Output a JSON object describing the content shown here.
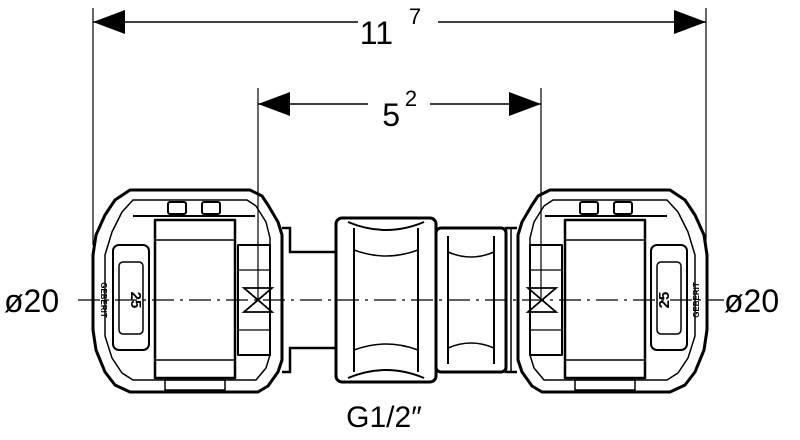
{
  "dimensions": {
    "overall": {
      "main": "11",
      "sup": "7"
    },
    "inner": {
      "main": "5",
      "sup": "2"
    }
  },
  "labels": {
    "left_diameter": "ø20",
    "right_diameter": "ø20",
    "thread": "G1/2″"
  },
  "fitting_markings": {
    "size": "25",
    "brand": "GEBERIT"
  },
  "colors": {
    "line": "#000000",
    "background": "#ffffff"
  }
}
